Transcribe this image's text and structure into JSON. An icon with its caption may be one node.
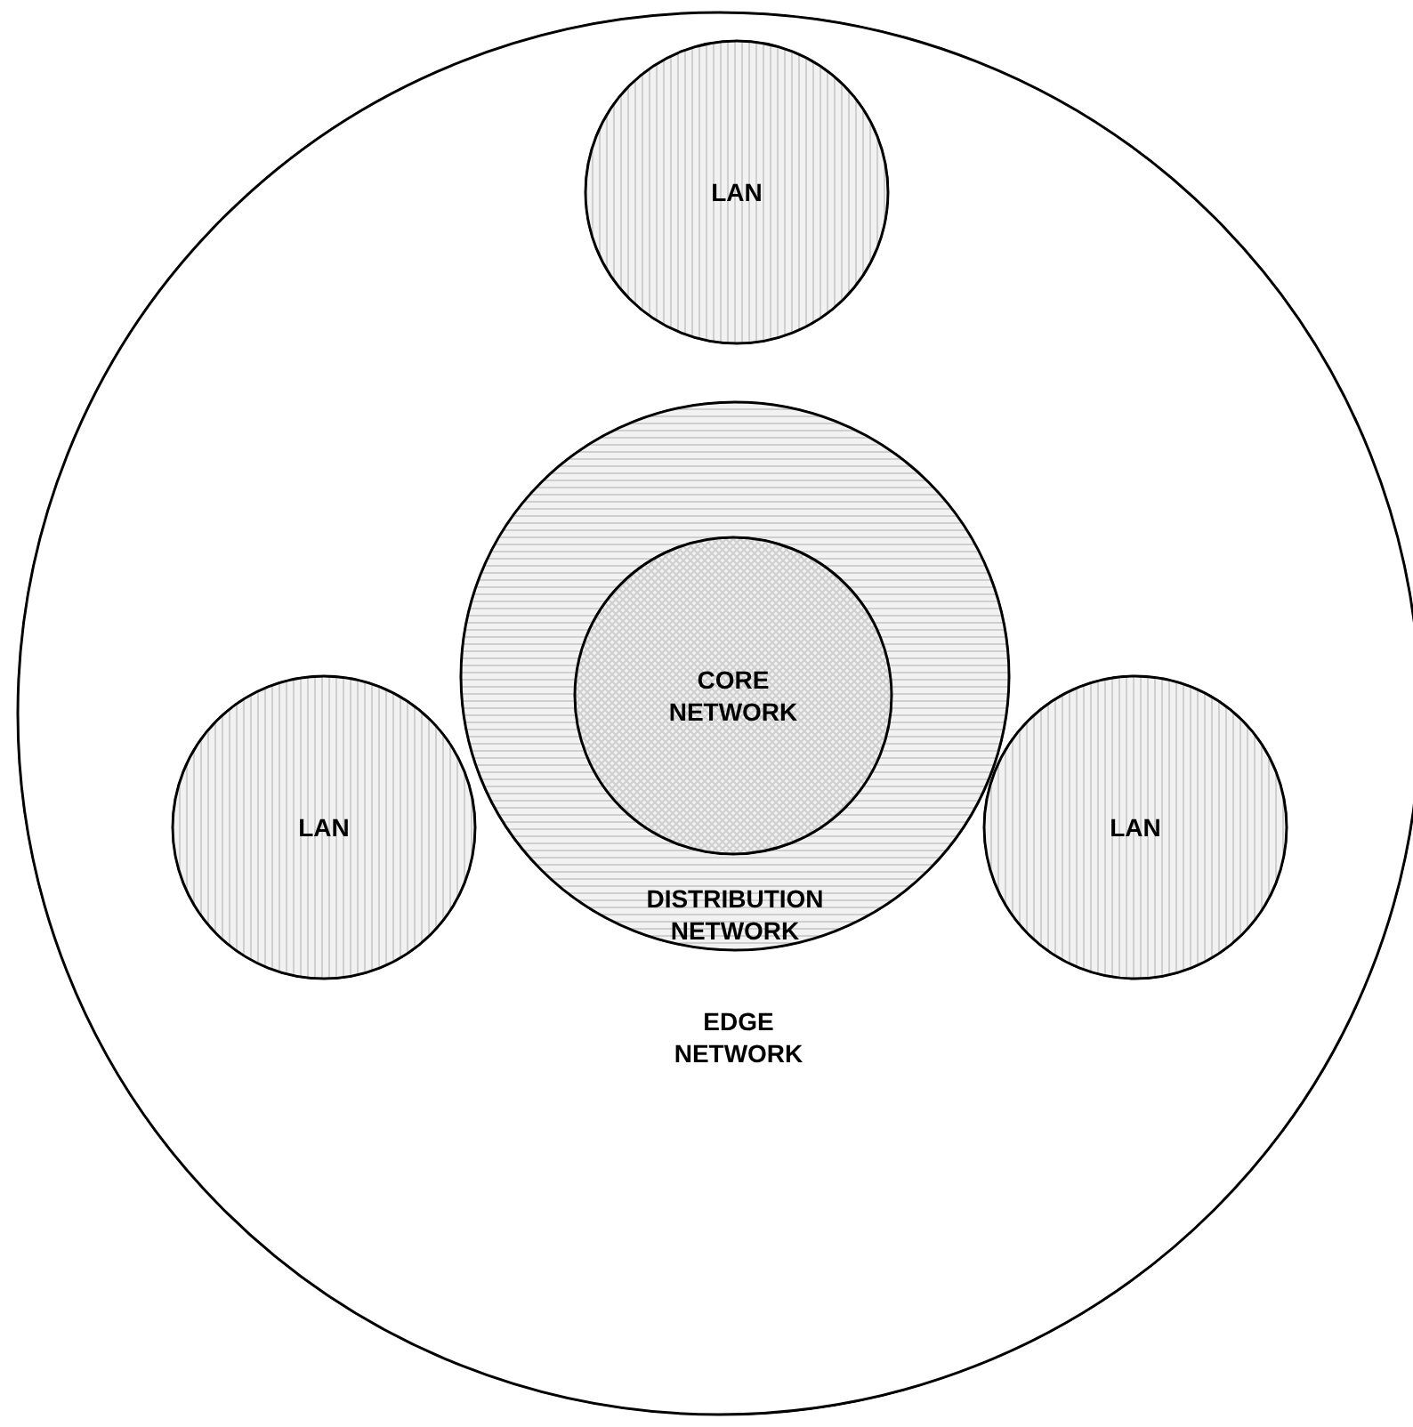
{
  "diagram": {
    "nodes": [
      {
        "text": [
          "EDGE NETWORK"
        ]
      },
      {
        "text": [
          "LAN"
        ],
        "in": 0
      },
      {
        "text": [
          "DISTRIBUTION NETWORK"
        ],
        "in": 0
      },
      {
        "text": [
          "CORE NETWORK"
        ],
        "in": 2
      },
      {
        "text": [
          "LAN"
        ],
        "in": 0
      },
      {
        "text": [
          "LAN"
        ],
        "in": 0
      }
    ]
  }
}
